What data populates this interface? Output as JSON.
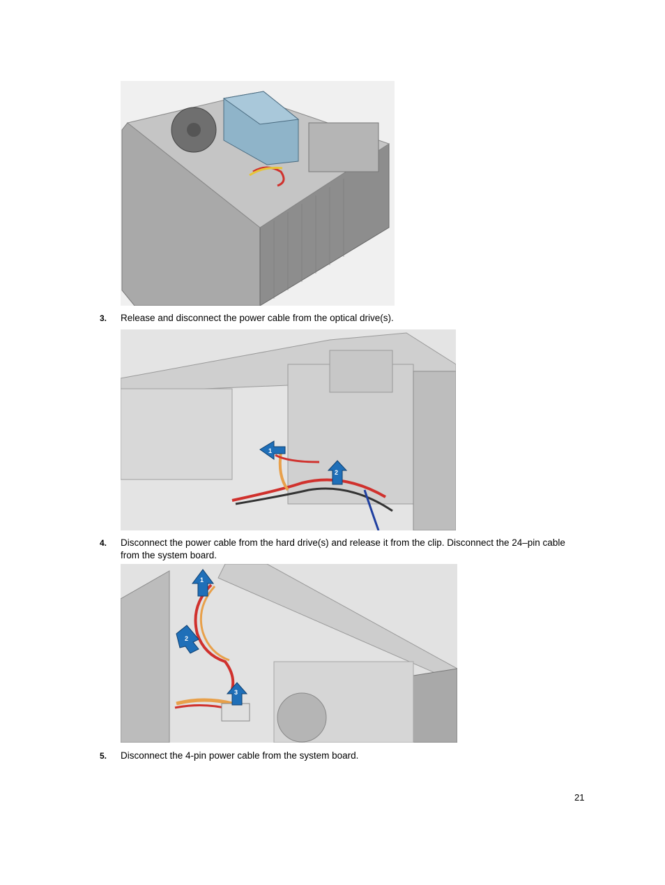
{
  "steps": [
    {
      "number": "3.",
      "text": "Release and disconnect the power cable from the optical drive(s)."
    },
    {
      "number": "4.",
      "text": "Disconnect the power cable from the hard drive(s) and release it from the clip. Disconnect the 24–pin cable from the system board."
    },
    {
      "number": "5.",
      "text": "Disconnect the 4-pin power cable from the system board."
    }
  ],
  "figures": [
    {
      "callouts": []
    },
    {
      "callouts": [
        "1",
        "2"
      ]
    },
    {
      "callouts": [
        "1",
        "2",
        "3"
      ]
    }
  ],
  "page_number": "21",
  "colors": {
    "arrow": "#1f6fb8",
    "psu": "#8fb4c9",
    "chassis": "#9a9a9a",
    "cable_red": "#d0312d",
    "cable_orange": "#e8a04a",
    "cable_yellow": "#e6c439"
  }
}
